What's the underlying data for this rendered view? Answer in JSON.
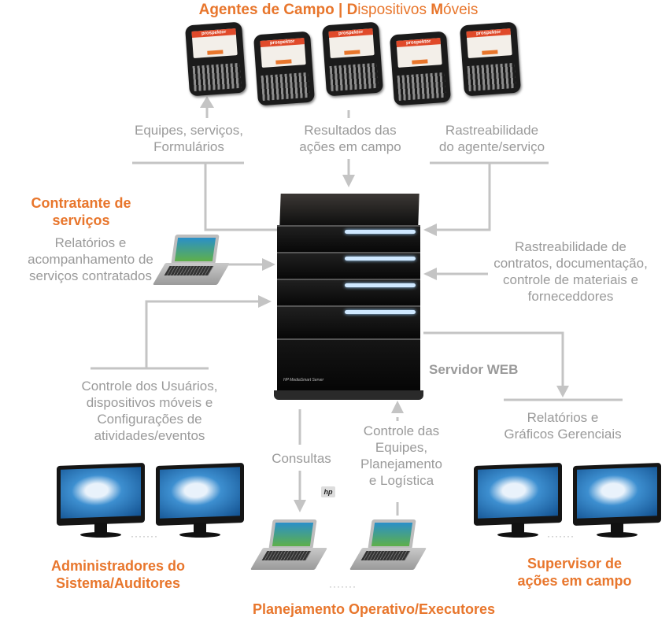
{
  "title": {
    "part1": "Agentes de Campo | ",
    "part2_initial": "D",
    "part2_rest": "ispositivos ",
    "part3_initial": "M",
    "part3_rest": "óveis"
  },
  "phones": [
    {
      "brand": "prospektor"
    },
    {
      "brand": "prospektor"
    },
    {
      "brand": "prospektor"
    },
    {
      "brand": "prospektor"
    },
    {
      "brand": "prospektor"
    }
  ],
  "flows": {
    "to_agents": [
      "Equipes, serviços,",
      "Formulários"
    ],
    "from_agents": [
      "Resultados das",
      "ações em campo"
    ],
    "tracking_agent": [
      "Rastreabilidade",
      "do agente/serviço"
    ],
    "contracts": [
      "Rastreabilidade de",
      "contratos,  documentação,",
      "controle de materiais e",
      "forneceddores"
    ],
    "user_control": [
      "Controle dos Usuários,",
      "dispositivos móveis e",
      "Configurações de",
      "atividades/eventos"
    ],
    "queries": "Consultas",
    "team_control": [
      "Controle das",
      "Equipes,",
      "Planejamento",
      "e Logística"
    ],
    "reports_mgmt": [
      "Relatórios e",
      "Gráficos Gerenciais"
    ]
  },
  "contractor": {
    "title": [
      "Contratante de",
      "serviços"
    ],
    "desc": [
      "Relatórios e",
      "acompanhamento de",
      "serviços contratados"
    ]
  },
  "server": {
    "label": "Servidor WEB",
    "brand_logo": "hp",
    "model": "HP MediaSmart Server"
  },
  "groups": {
    "admins": [
      "Administradores do",
      "Sistema/Auditores"
    ],
    "supervisor": [
      "Supervisor de",
      "ações em campo"
    ],
    "planning": "Planejamento Operativo/Executores"
  },
  "ellipsis": "·······",
  "colors": {
    "accent_orange": "#e8762c",
    "label_gray": "#9a9a9a",
    "line_gray": "#c4c4c4"
  }
}
